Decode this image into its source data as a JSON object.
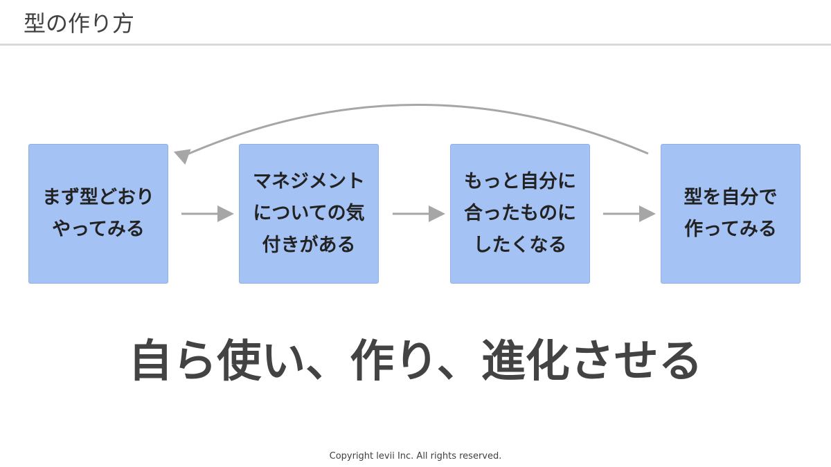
{
  "title": "型の作り方",
  "steps": [
    {
      "label": "まず型どおり\nやってみる"
    },
    {
      "label": "マネジメント\nについての気\n付きがある"
    },
    {
      "label": "もっと自分に\n合ったものに\nしたくなる"
    },
    {
      "label": "型を自分で\n作ってみる"
    }
  ],
  "headline": "自ら使い、作り、進化させる",
  "footer": "Copyright levii Inc. All rights reserved.",
  "colors": {
    "box_fill": "#a4c2f4",
    "arrow": "#a6a6a6",
    "text": "#404040"
  }
}
